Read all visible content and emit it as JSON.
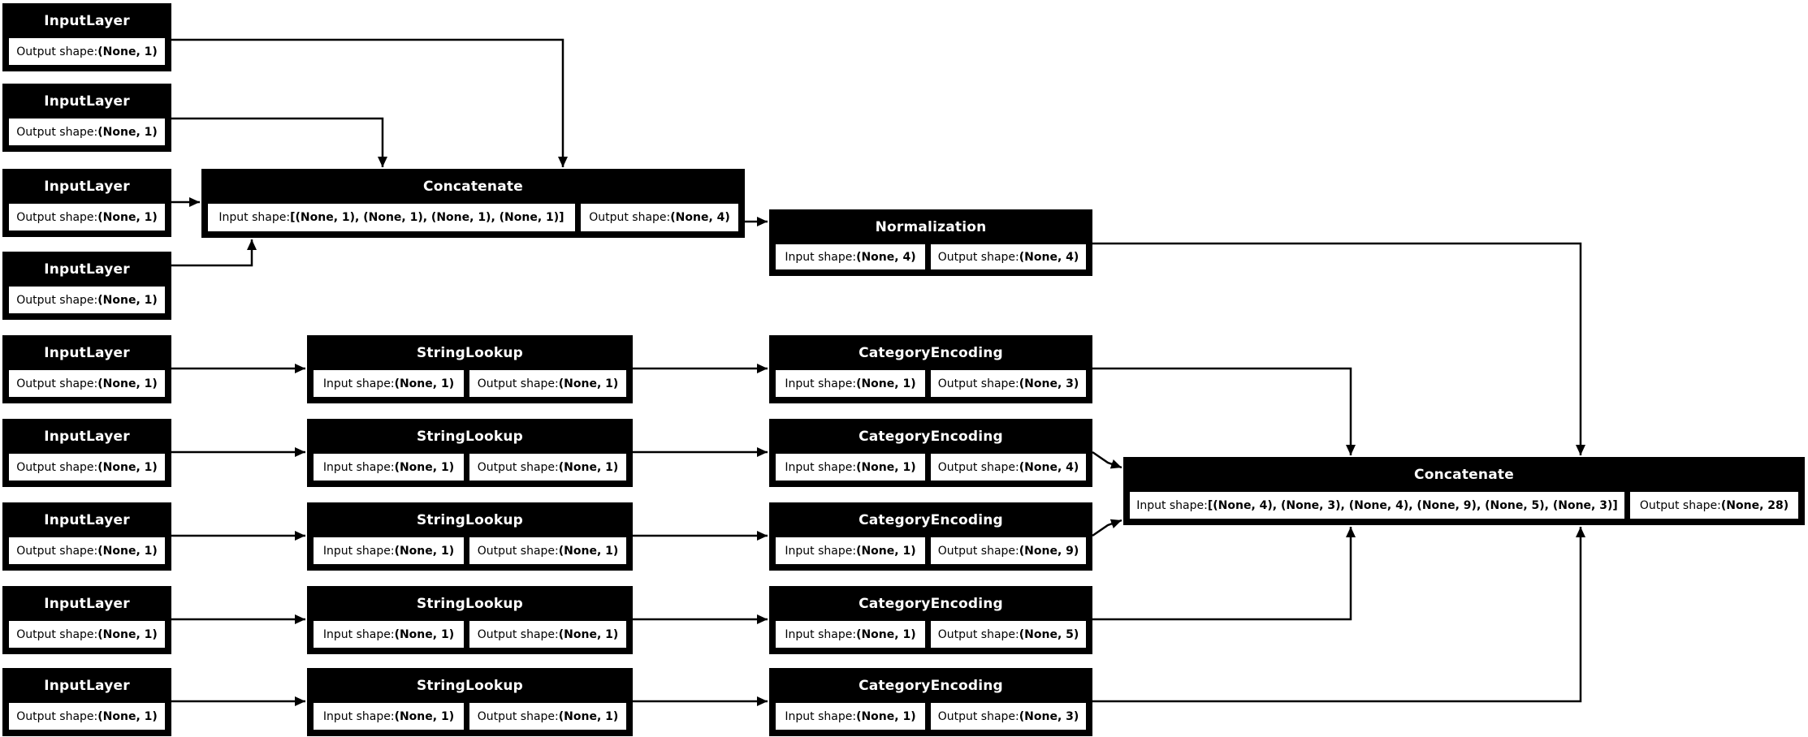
{
  "diagram": {
    "kind": "keras-model-plot",
    "colors": {
      "background": "#ffffff",
      "node_fill": "#000000",
      "node_title_text": "#ffffff",
      "cell_fill": "#ffffff",
      "cell_text": "#000000",
      "edge": "#000000"
    }
  },
  "labels": {
    "input_shape": "Input shape: ",
    "output_shape": "Output shape: "
  },
  "nodes": {
    "input_1": {
      "title": "InputLayer",
      "output_label": "Output shape: ",
      "output_value": "(None, 1)"
    },
    "input_2": {
      "title": "InputLayer",
      "output_label": "Output shape: ",
      "output_value": "(None, 1)"
    },
    "input_3": {
      "title": "InputLayer",
      "output_label": "Output shape: ",
      "output_value": "(None, 1)"
    },
    "input_4": {
      "title": "InputLayer",
      "output_label": "Output shape: ",
      "output_value": "(None, 1)"
    },
    "input_5": {
      "title": "InputLayer",
      "output_label": "Output shape: ",
      "output_value": "(None, 1)"
    },
    "input_6": {
      "title": "InputLayer",
      "output_label": "Output shape: ",
      "output_value": "(None, 1)"
    },
    "input_7": {
      "title": "InputLayer",
      "output_label": "Output shape: ",
      "output_value": "(None, 1)"
    },
    "input_8": {
      "title": "InputLayer",
      "output_label": "Output shape: ",
      "output_value": "(None, 1)"
    },
    "input_9": {
      "title": "InputLayer",
      "output_label": "Output shape: ",
      "output_value": "(None, 1)"
    },
    "concat_1": {
      "title": "Concatenate",
      "input_label": "Input shape: ",
      "input_value": "[(None, 1), (None, 1), (None, 1), (None, 1)]",
      "output_label": "Output shape: ",
      "output_value": "(None, 4)"
    },
    "normalization": {
      "title": "Normalization",
      "input_label": "Input shape: ",
      "input_value": "(None, 4)",
      "output_label": "Output shape: ",
      "output_value": "(None, 4)"
    },
    "lookup_1": {
      "title": "StringLookup",
      "input_label": "Input shape: ",
      "input_value": "(None, 1)",
      "output_label": "Output shape: ",
      "output_value": "(None, 1)"
    },
    "lookup_2": {
      "title": "StringLookup",
      "input_label": "Input shape: ",
      "input_value": "(None, 1)",
      "output_label": "Output shape: ",
      "output_value": "(None, 1)"
    },
    "lookup_3": {
      "title": "StringLookup",
      "input_label": "Input shape: ",
      "input_value": "(None, 1)",
      "output_label": "Output shape: ",
      "output_value": "(None, 1)"
    },
    "lookup_4": {
      "title": "StringLookup",
      "input_label": "Input shape: ",
      "input_value": "(None, 1)",
      "output_label": "Output shape: ",
      "output_value": "(None, 1)"
    },
    "lookup_5": {
      "title": "StringLookup",
      "input_label": "Input shape: ",
      "input_value": "(None, 1)",
      "output_label": "Output shape: ",
      "output_value": "(None, 1)"
    },
    "encode_1": {
      "title": "CategoryEncoding",
      "input_label": "Input shape: ",
      "input_value": "(None, 1)",
      "output_label": "Output shape: ",
      "output_value": "(None, 3)"
    },
    "encode_2": {
      "title": "CategoryEncoding",
      "input_label": "Input shape: ",
      "input_value": "(None, 1)",
      "output_label": "Output shape: ",
      "output_value": "(None, 4)"
    },
    "encode_3": {
      "title": "CategoryEncoding",
      "input_label": "Input shape: ",
      "input_value": "(None, 1)",
      "output_label": "Output shape: ",
      "output_value": "(None, 9)"
    },
    "encode_4": {
      "title": "CategoryEncoding",
      "input_label": "Input shape: ",
      "input_value": "(None, 1)",
      "output_label": "Output shape: ",
      "output_value": "(None, 5)"
    },
    "encode_5": {
      "title": "CategoryEncoding",
      "input_label": "Input shape: ",
      "input_value": "(None, 1)",
      "output_label": "Output shape: ",
      "output_value": "(None, 3)"
    },
    "concat_2": {
      "title": "Concatenate",
      "input_label": "Input shape: ",
      "input_value": "[(None, 4), (None, 3), (None, 4), (None, 9), (None, 5), (None, 3)]",
      "output_label": "Output shape: ",
      "output_value": "(None, 28)"
    }
  }
}
